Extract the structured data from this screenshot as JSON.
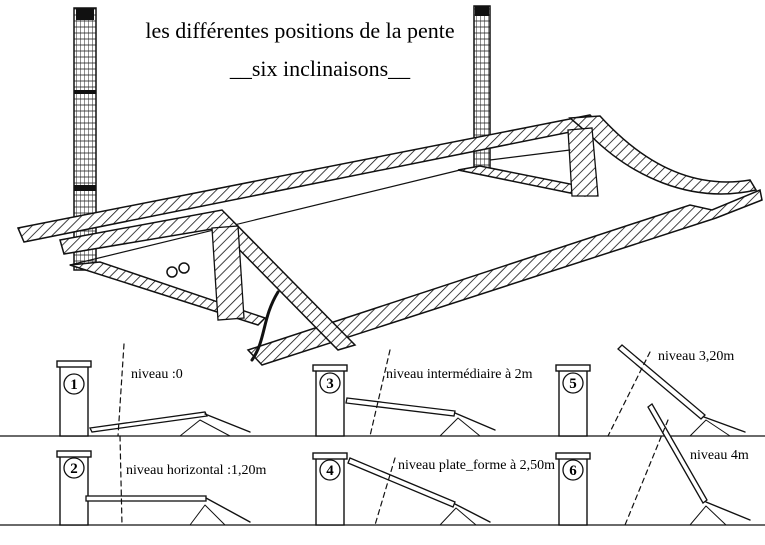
{
  "title": {
    "line1": "les différentes positions de la pente",
    "line2": "__six inclinaisons__"
  },
  "positions": [
    {
      "number": "1",
      "label": "niveau :0"
    },
    {
      "number": "2",
      "label": "niveau horizontal :1,20m"
    },
    {
      "number": "3",
      "label": "niveau intermédiaire à 2m"
    },
    {
      "number": "4",
      "label": "niveau plate_forme à 2,50m"
    },
    {
      "number": "5",
      "label": "niveau 3,20m"
    },
    {
      "number": "6",
      "label": "niveau 4m"
    }
  ]
}
